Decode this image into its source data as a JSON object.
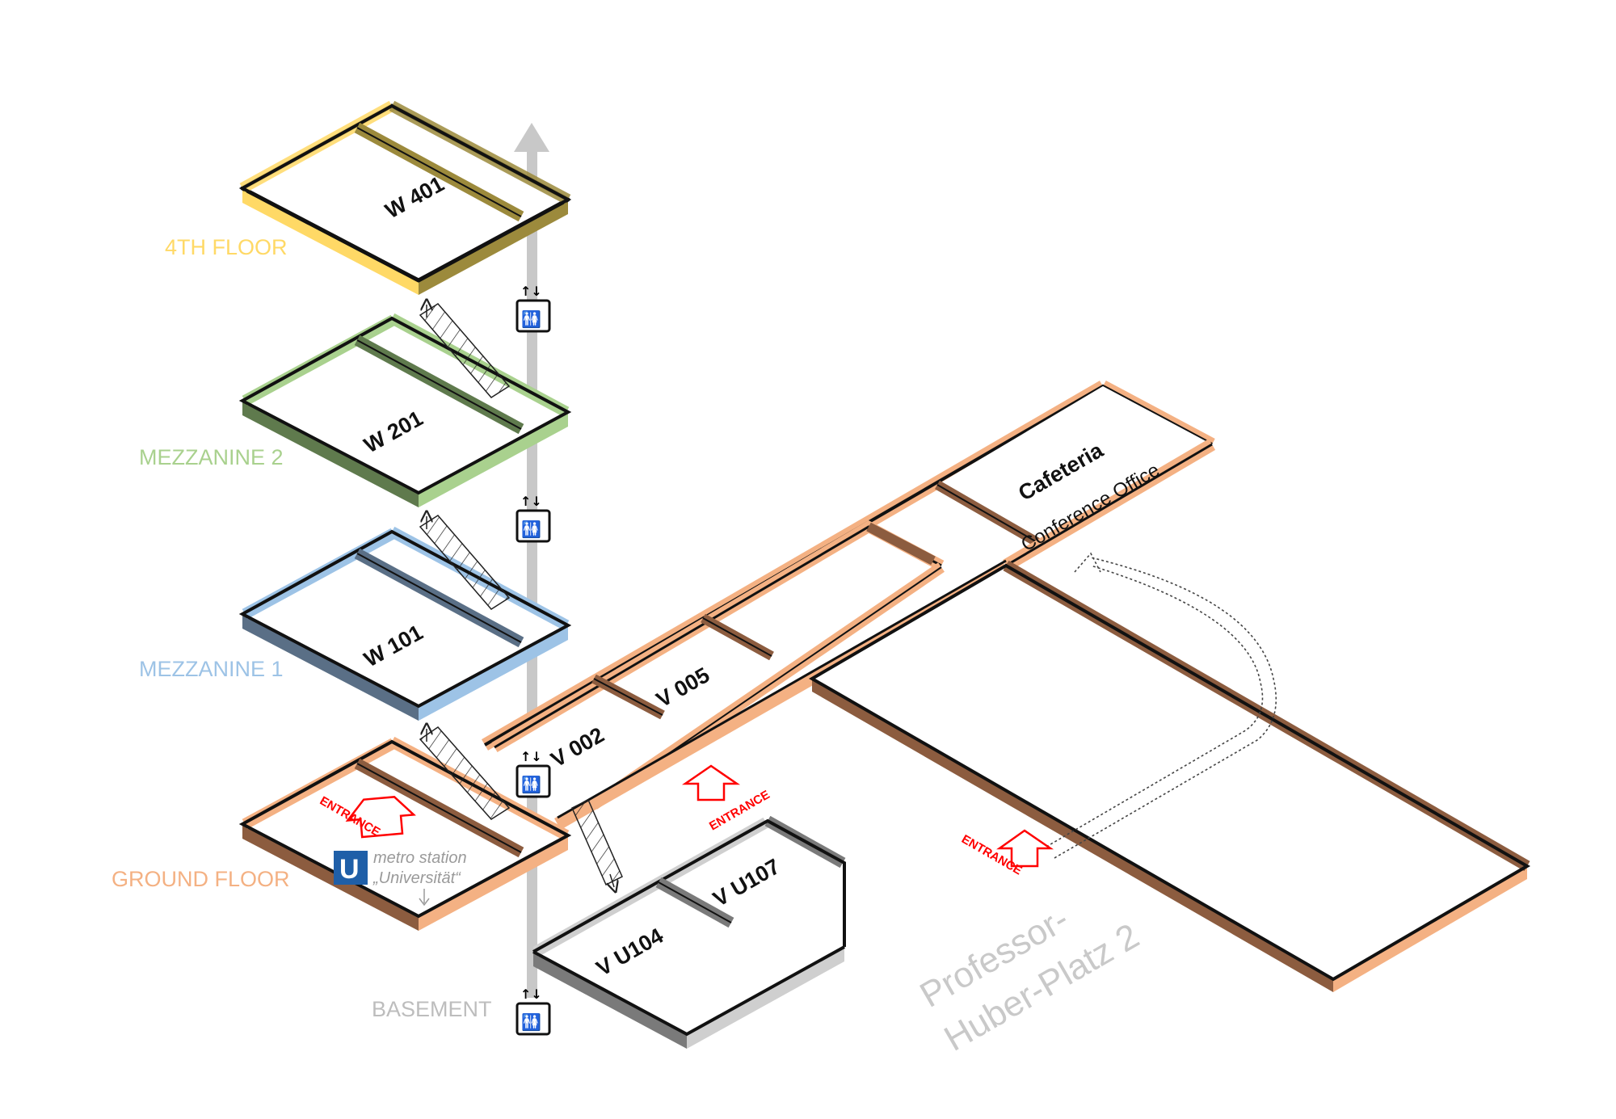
{
  "floors": {
    "fourth": {
      "label": "4TH FLOOR",
      "room": "W 401",
      "color": "#ffd966",
      "dark": "#9c8a3c"
    },
    "mez2": {
      "label": "MEZZANINE 2",
      "room": "W 201",
      "color": "#a9d18e",
      "dark": "#5f7a4d"
    },
    "mez1": {
      "label": "MEZZANINE 1",
      "room": "W 101",
      "color": "#9dc3e6",
      "dark": "#5a6f86"
    },
    "ground": {
      "label": "GROUND FLOOR",
      "color": "#f4b183",
      "dark": "#8c5c3f"
    },
    "basement": {
      "label": "BASEMENT",
      "color": "#cfcfcf",
      "dark": "#7a7a7a"
    }
  },
  "rooms": {
    "v002": "V 002",
    "v005": "V 005",
    "vu104": "V U104",
    "vu107": "V U107",
    "cafeteria": "Cafeteria",
    "conference": "Conference Office"
  },
  "entrance_label": "ENTRANCE",
  "metro": {
    "badge": "U",
    "line1": "metro station",
    "line2": "„Universität“"
  },
  "street": {
    "line1": "Professor-",
    "line2": "Huber-Platz 2"
  },
  "icons": [
    "elevator-icon",
    "staircase-icon",
    "entrance-arrow-icon",
    "metro-u-icon"
  ]
}
